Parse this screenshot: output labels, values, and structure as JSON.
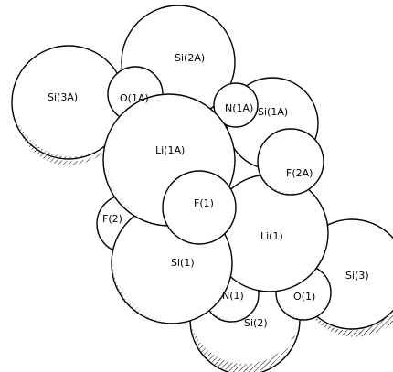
{
  "diagram": {
    "labels": {
      "si3a": "Si(3A)",
      "si2a": "Si(2A)",
      "o1a": "O(1A)",
      "n1a": "N(1A)",
      "si1a": "Si(1A)",
      "li1a": "Li(1A)",
      "f2a": "F(2A)",
      "f2": "F(2)",
      "f1": "F(1)",
      "li1": "Li(1)",
      "si1": "Si(1)",
      "si3": "Si(3)",
      "n1": "N(1)",
      "o1": "O(1)",
      "si2": "Si(2)"
    },
    "colors": {
      "line": "#000000",
      "fill": "#ffffff"
    }
  }
}
